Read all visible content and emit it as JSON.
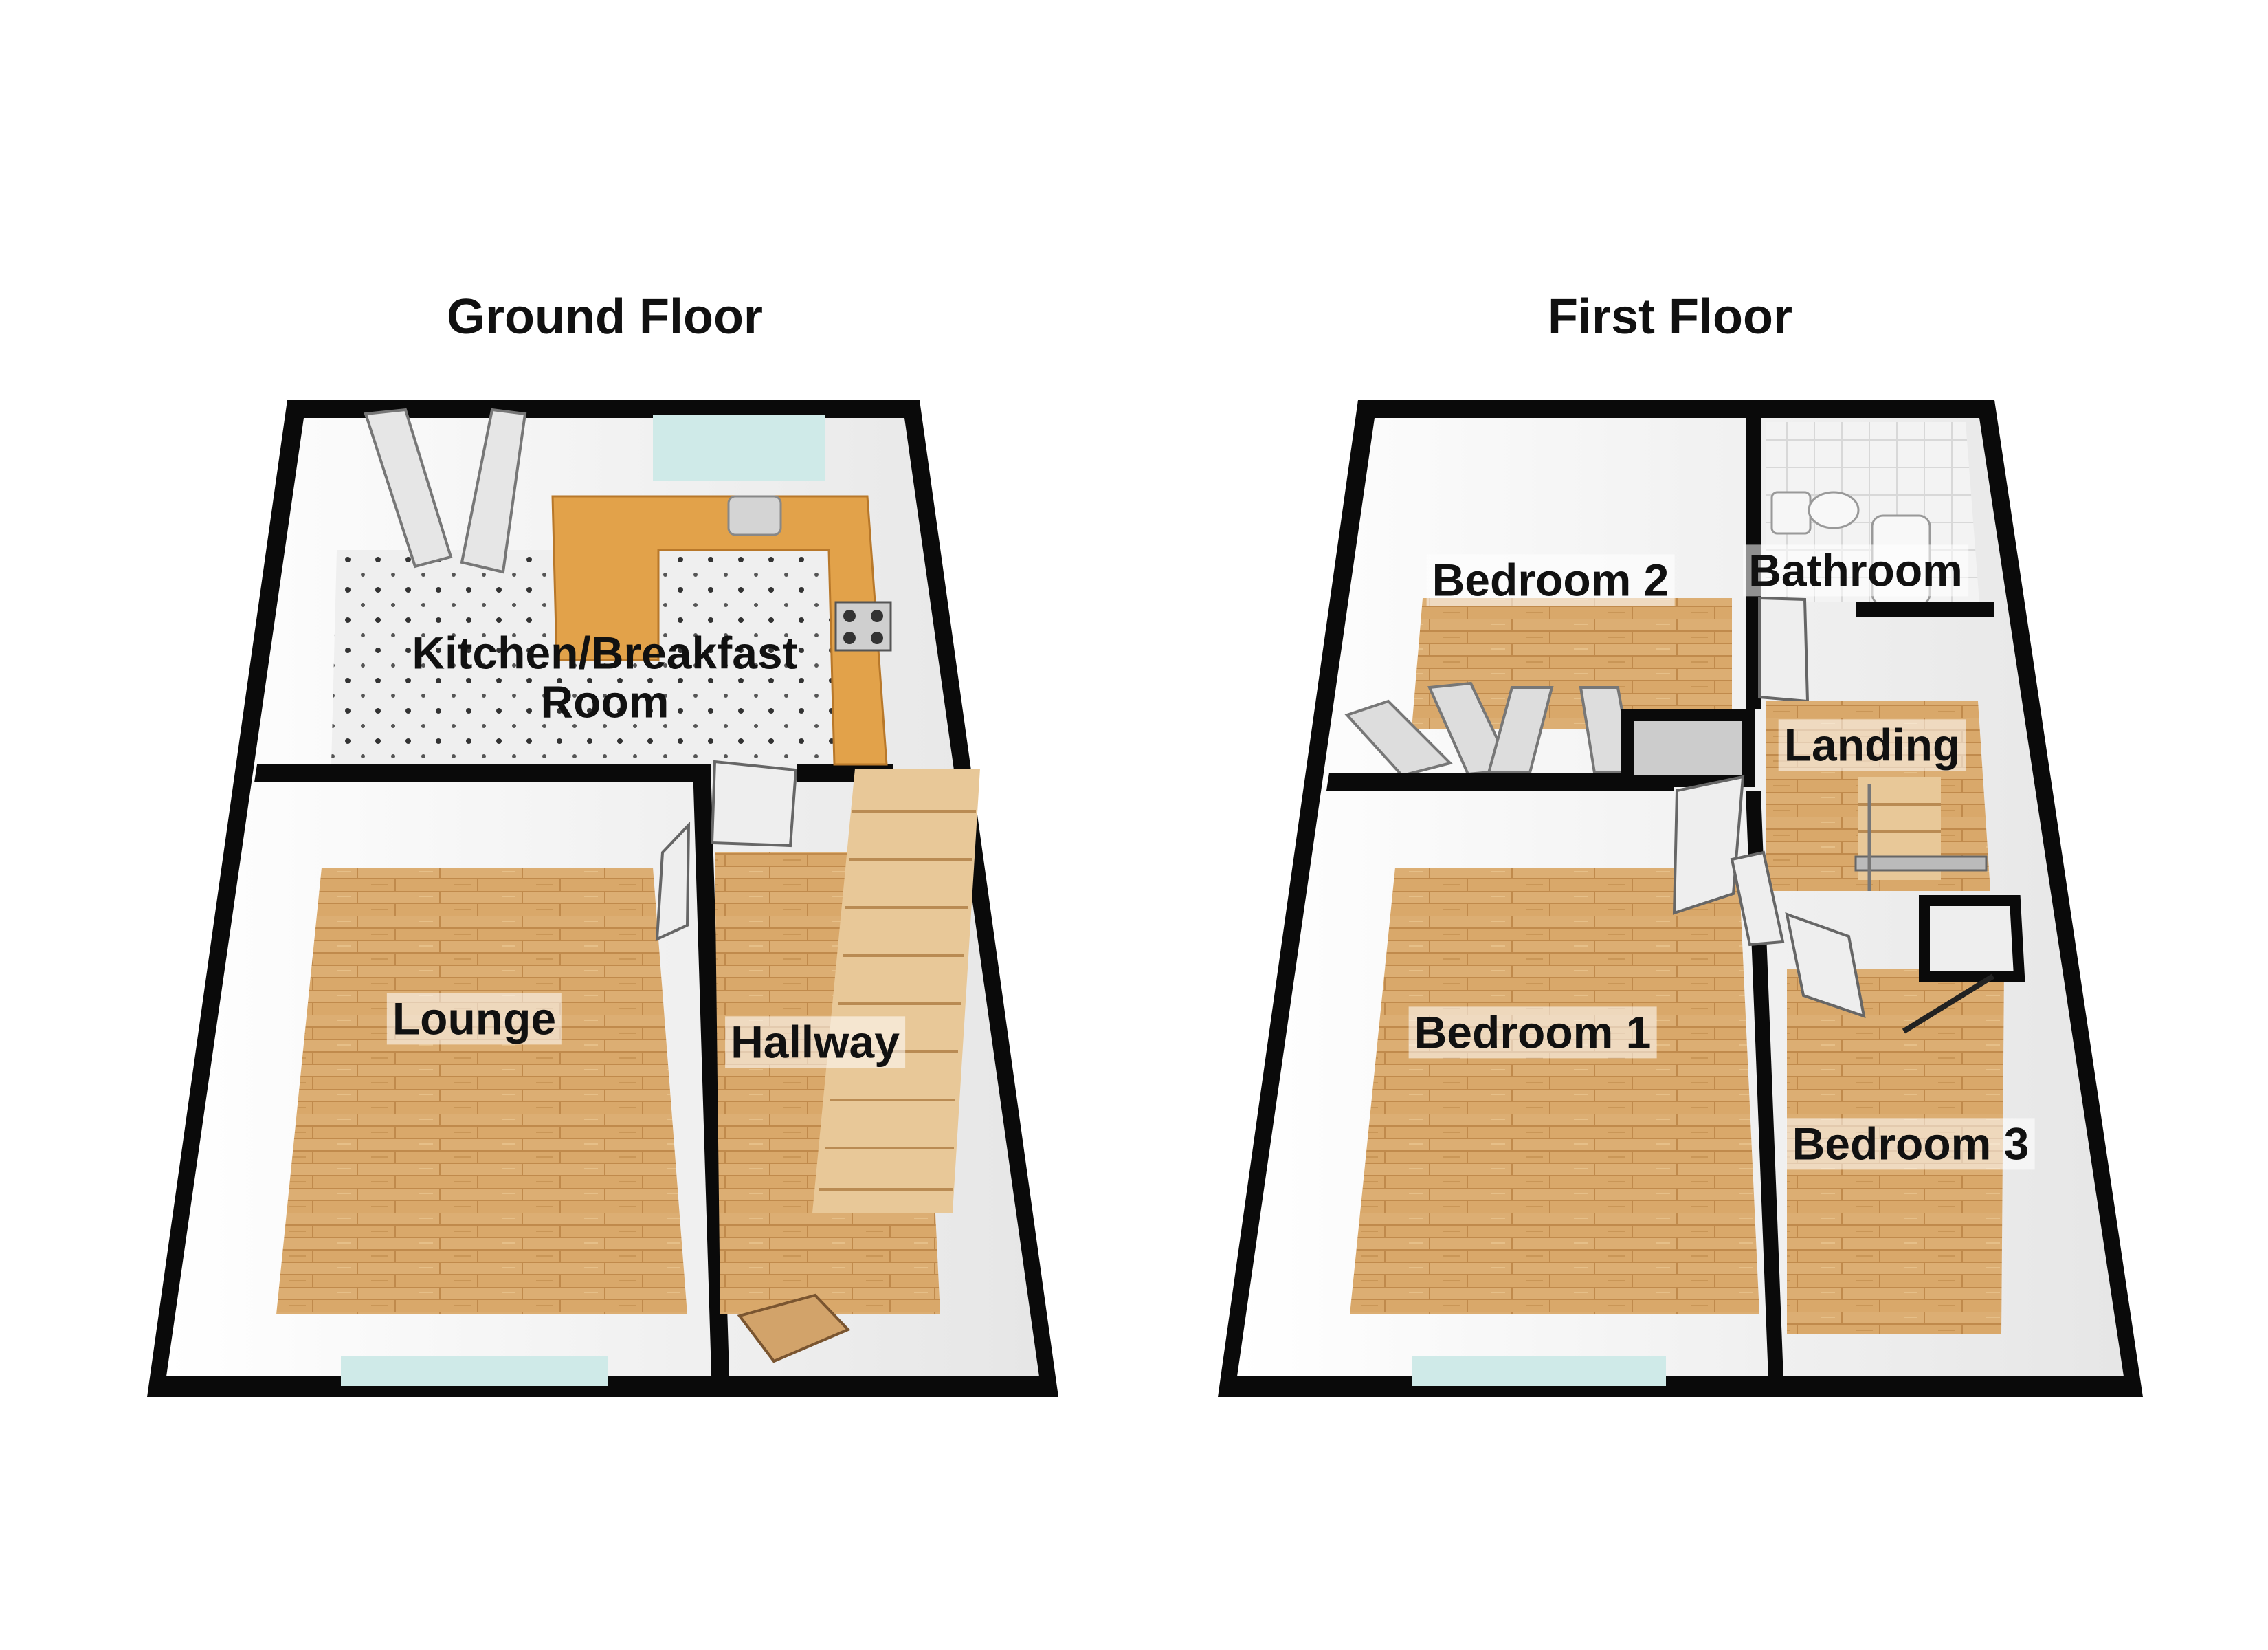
{
  "floors": [
    {
      "title": "Ground Floor",
      "rooms": [
        {
          "label": "Kitchen/Breakfast\nRoom",
          "floor_type": "tile"
        },
        {
          "label": "Lounge",
          "floor_type": "wood"
        },
        {
          "label": "Hallway",
          "floor_type": "wood"
        }
      ]
    },
    {
      "title": "First Floor",
      "rooms": [
        {
          "label": "Bedroom 2",
          "floor_type": "wood"
        },
        {
          "label": "Bathroom",
          "floor_type": "tile"
        },
        {
          "label": "Landing",
          "floor_type": "wood"
        },
        {
          "label": "Bedroom 1",
          "floor_type": "wood"
        },
        {
          "label": "Bedroom 3",
          "floor_type": "wood"
        }
      ]
    }
  ],
  "colors": {
    "wall": "#0a0a0a",
    "wall_inner": "#f4f4f4",
    "wood": "#d9a86a",
    "wood_line": "#c08a4c",
    "tile": "#eeeeee",
    "tile_dot": "#333333",
    "worktop": "#e2a24a",
    "stairs": "#e8c898",
    "window": "#bfe3e0"
  }
}
